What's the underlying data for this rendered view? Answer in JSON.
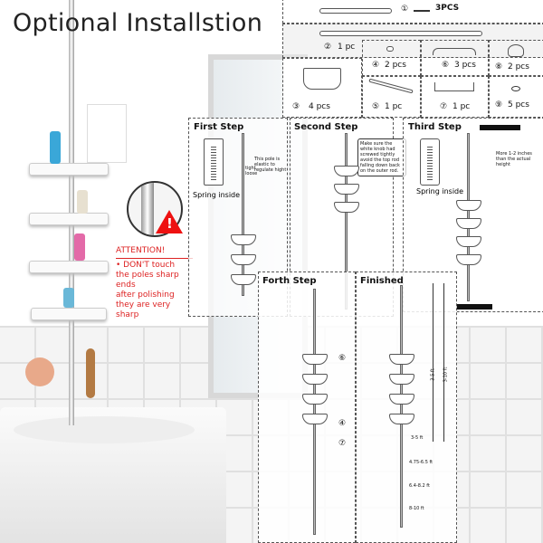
{
  "title": "Optional Installstion",
  "attention": {
    "heading": "ATTENTION!",
    "lines": [
      "• DON'T touch",
      "the poles sharp ends",
      "after polishing",
      "they are very sharp"
    ]
  },
  "parts": [
    {
      "num": "①",
      "qty": "3PCS"
    },
    {
      "num": "②",
      "qty": "1 pc"
    },
    {
      "num": "③",
      "qty": "4 pcs"
    },
    {
      "num": "④",
      "qty": "2 pcs"
    },
    {
      "num": "⑤",
      "qty": "1 pc"
    },
    {
      "num": "⑥",
      "qty": "3 pcs"
    },
    {
      "num": "⑦",
      "qty": "1 pc"
    },
    {
      "num": "⑧",
      "qty": "2 pcs"
    },
    {
      "num": "⑨",
      "qty": "5 pcs"
    }
  ],
  "steps": {
    "first": {
      "title": "First Step",
      "note": "This pole is elastic to regulate hight",
      "tight": "tight",
      "loose": "loose",
      "spring": "Spring inside"
    },
    "second": {
      "title": "Second Step",
      "note": "Make sure the white knob had screwed tightly avoid the top rod falling down back on the outer rod."
    },
    "third": {
      "title": "Third Step",
      "note": "More 1-2 inches than the actual height",
      "spring": "Spring inside"
    },
    "forth": {
      "title": "Forth Step",
      "labels": [
        "⑥",
        "④",
        "⑦"
      ]
    },
    "finished": {
      "title": "Finished",
      "heights": [
        "3-5 ft",
        "4.75-6.5 ft",
        "6.4-8.2 ft",
        "8-10 ft"
      ],
      "vertical": [
        "3-5 ft",
        "3-10 ft"
      ]
    }
  },
  "colors": {
    "warning": "#e11",
    "text": "#222"
  }
}
